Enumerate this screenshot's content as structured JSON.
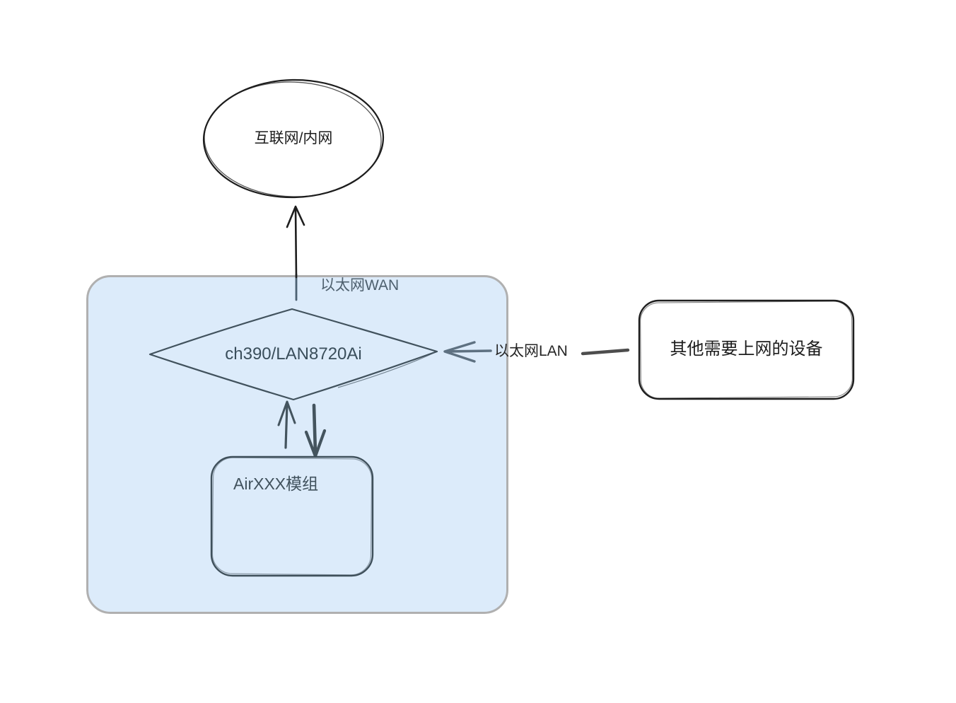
{
  "diagram": {
    "nodes": {
      "internet": {
        "label": "互联网/内网",
        "shape": "ellipse"
      },
      "eth_chip": {
        "label": "ch390/LAN8720Ai",
        "shape": "diamond"
      },
      "air_module": {
        "label": "AirXXX模组",
        "shape": "rounded-rect"
      },
      "other_devices": {
        "label": "其他需要上网的设备",
        "shape": "rounded-rect"
      }
    },
    "edges": {
      "wan": {
        "label": "以太网WAN",
        "from": "eth_chip",
        "to": "internet"
      },
      "lan": {
        "label": "以太网LAN",
        "from": "other_devices",
        "to": "eth_chip"
      },
      "chip_to_module": {
        "label": "",
        "from": "eth_chip",
        "to": "air_module"
      },
      "module_to_chip": {
        "label": "",
        "from": "air_module",
        "to": "eth_chip"
      }
    },
    "colors": {
      "background": "#ffffff",
      "container_fill": "#dcebfa",
      "container_border": "#b0b0b0",
      "sketch_black": "#1e1e1e",
      "sketch_slate": "#44545e",
      "arrow_gray": "#4d4d4d",
      "lan_arrow_slate": "#5e7181"
    }
  }
}
